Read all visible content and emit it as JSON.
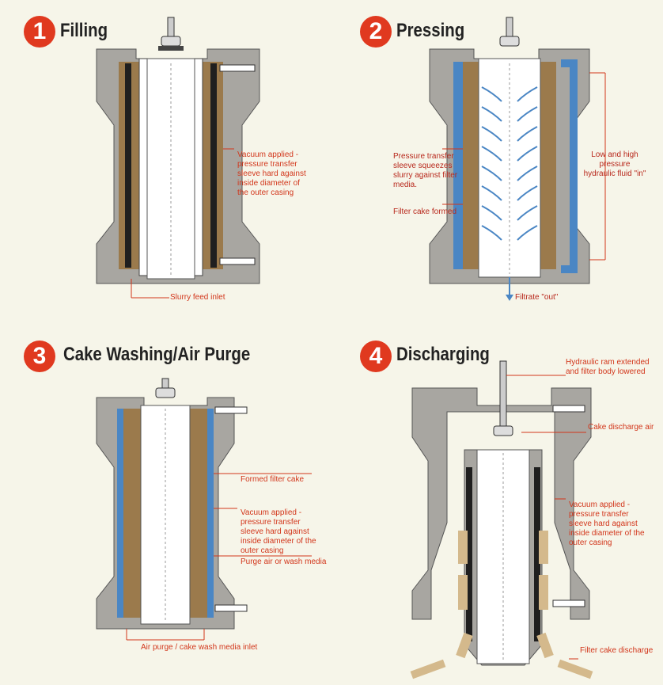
{
  "colors": {
    "accent": "#e0391f",
    "label": "#d2361b",
    "casing": "#a8a6a1",
    "cake": "#9b7a4c",
    "fluid": "#4a86c4"
  },
  "steps": [
    {
      "number": "1",
      "title": "Filling",
      "labels": {
        "vacuum": "Vacuum applied - pressure transfer sleeve hard against inside diameter of the outer casing",
        "inlet": "Slurry feed inlet"
      }
    },
    {
      "number": "2",
      "title": "Pressing",
      "labels": {
        "sleeve": "Pressure transfer sleeve squeezes slurry against filter media.",
        "cake": "Filter cake formed",
        "fluid": "Low and high pressure hydraulic fluid \"in\"",
        "filtrate": "Filtrate \"out\""
      }
    },
    {
      "number": "3",
      "title": "Cake Washing/Air Purge",
      "labels": {
        "formed": "Formed filter cake",
        "vacuum": "Vacuum applied - pressure transfer sleeve hard against inside diameter of the outer casing",
        "purge": "Purge air or wash media",
        "inlet": "Air purge / cake wash media inlet"
      }
    },
    {
      "number": "4",
      "title": "Discharging",
      "labels": {
        "ram": "Hydraulic ram extended and filter body lowered",
        "air": "Cake discharge air",
        "vacuum": "Vacuum applied - pressure transfer sleeve hard against inside diameter of the outer casing",
        "discharge": "Filter cake discharge"
      }
    }
  ]
}
